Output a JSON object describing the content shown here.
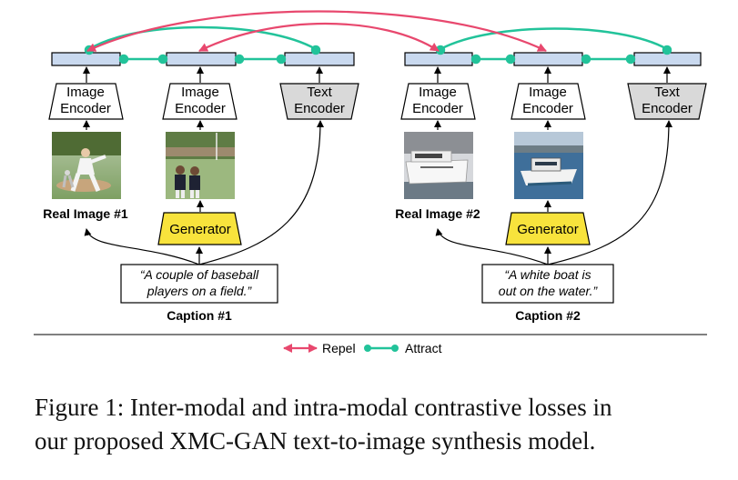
{
  "diagram": {
    "encoders": {
      "image": [
        "Image",
        "Encoder"
      ],
      "text": [
        "Text",
        "Encoder"
      ]
    },
    "generator_label": "Generator",
    "groups": [
      {
        "real_image_label": "Real Image #1",
        "caption_lines": [
          "“A couple of baseball",
          "players on a field.”"
        ],
        "caption_title": "Caption #1"
      },
      {
        "real_image_label": "Real Image #2",
        "caption_lines": [
          "“A white boat is",
          "out on the water.”"
        ],
        "caption_title": "Caption #2"
      }
    ],
    "legend": {
      "repel": "Repel",
      "attract": "Attract"
    },
    "colors": {
      "repel": "#e8486e",
      "attract": "#22c39a",
      "embedding_fill": "#c9d9ef",
      "text_encoder_fill": "#d9d9d9",
      "generator_fill": "#f8e33c",
      "image_encoder_fill": "#ffffff"
    }
  },
  "figure_caption": {
    "line1": "Figure 1: Inter-modal and intra-modal contrastive losses in",
    "line2": "our proposed XMC-GAN text-to-image synthesis model."
  }
}
